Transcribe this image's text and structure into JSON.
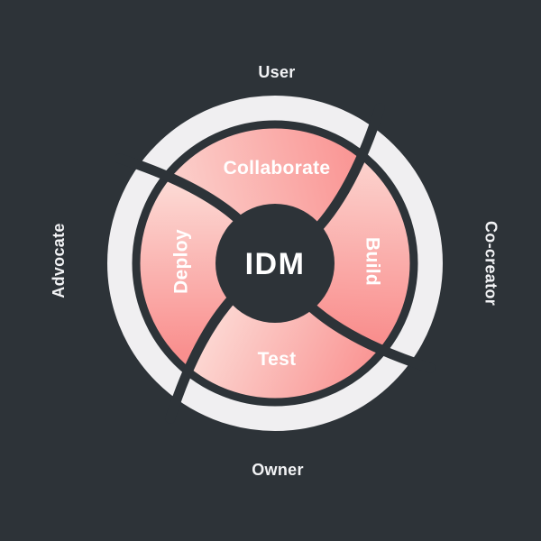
{
  "diagram": {
    "center": {
      "label": "IDM"
    },
    "segments": [
      {
        "label": "Collaborate",
        "position": "top"
      },
      {
        "label": "Build",
        "position": "right"
      },
      {
        "label": "Test",
        "position": "bottom"
      },
      {
        "label": "Deploy",
        "position": "left"
      }
    ],
    "roles": [
      {
        "label": "User",
        "position": "top"
      },
      {
        "label": "Co-creator",
        "position": "right"
      },
      {
        "label": "Owner",
        "position": "bottom"
      },
      {
        "label": "Advocate",
        "position": "left"
      }
    ],
    "colors": {
      "background": "#2d3338",
      "outer_ring": "#f0eff1",
      "segment_light": "#fcd9d4",
      "segment_deep": "#f98f8e",
      "segment_label_text": "#ffffff",
      "role_label_text": "#f2f3f5",
      "center_circle": "#2d3338"
    }
  }
}
